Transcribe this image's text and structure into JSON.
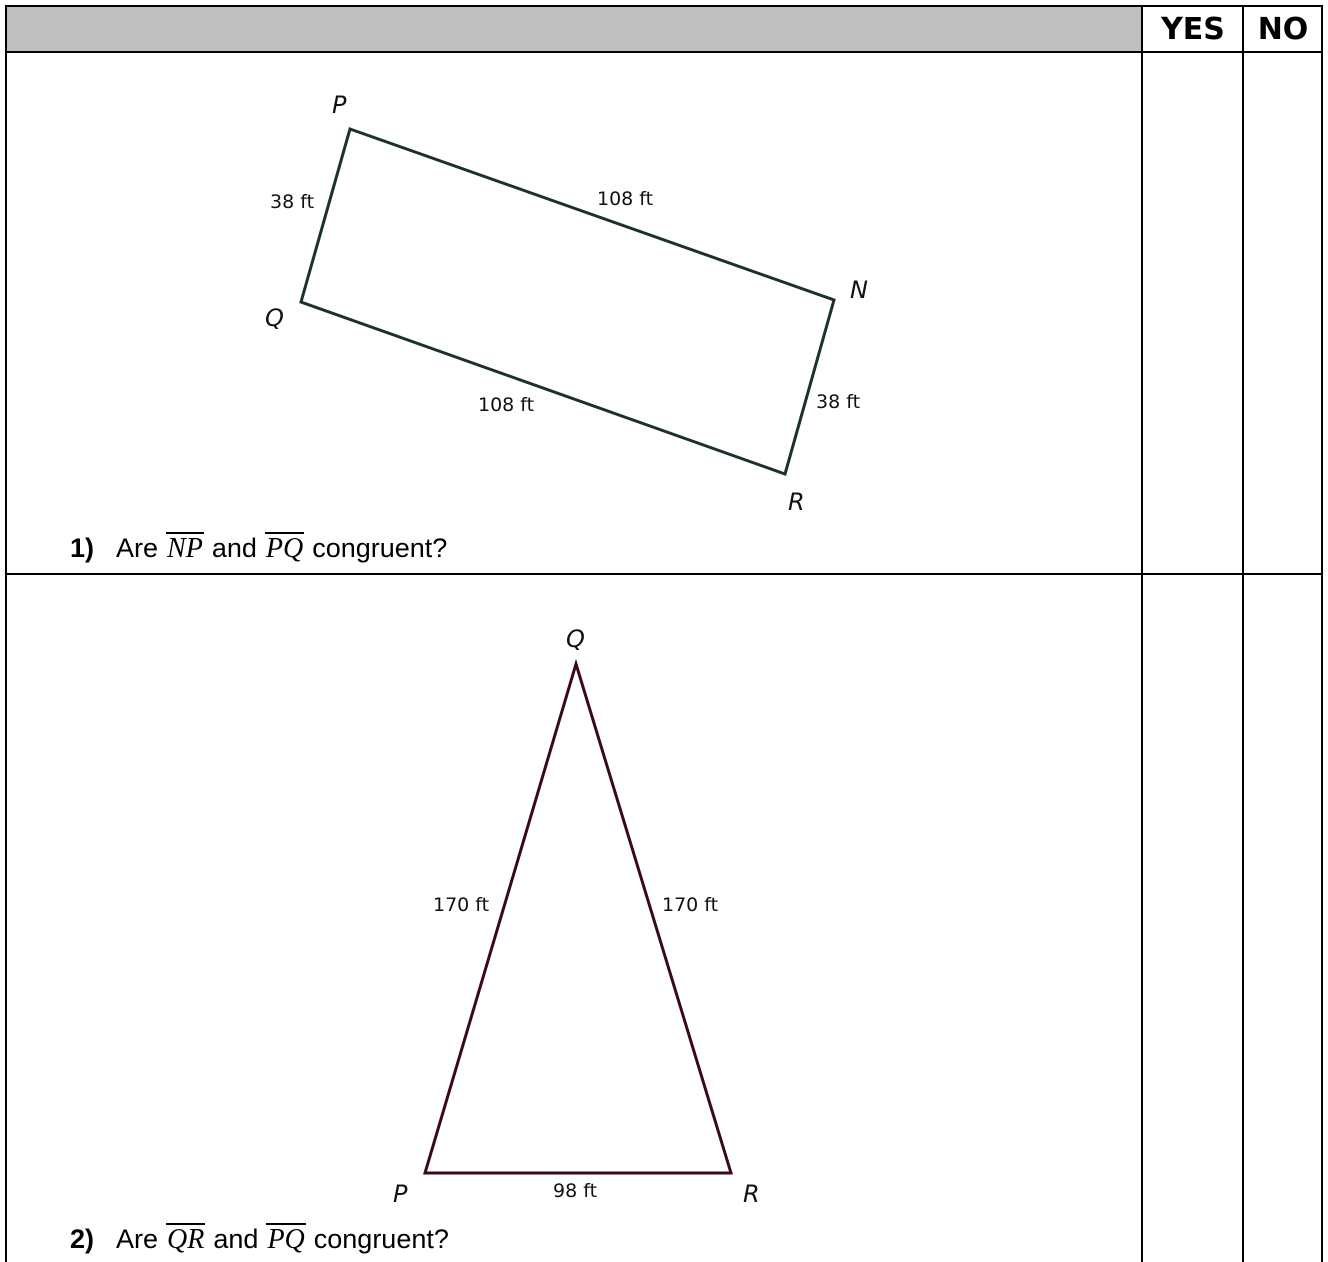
{
  "header": {
    "yes_label": "YES",
    "no_label": "NO"
  },
  "questions": [
    {
      "number": "1)",
      "prefix": "Are",
      "segment_a": "NP",
      "conjunction": "and",
      "segment_b": "PQ",
      "suffix": "congruent?",
      "figure": {
        "vertices": {
          "P": "P",
          "Q": "Q",
          "N": "N",
          "R": "R"
        },
        "sides": {
          "PN": "108 ft",
          "QR": "108 ft",
          "PQ": "38 ft",
          "NR": "38 ft"
        },
        "stroke_color": "#1a3326"
      }
    },
    {
      "number": "2)",
      "prefix": "Are",
      "segment_a": "QR",
      "conjunction": "and",
      "segment_b": "PQ",
      "suffix": "congruent?",
      "figure": {
        "vertices": {
          "Q": "Q",
          "P": "P",
          "R": "R"
        },
        "sides": {
          "QP": "170 ft",
          "QR": "170 ft",
          "PR": "98 ft"
        },
        "stroke_color": "#3a0a12"
      }
    }
  ]
}
